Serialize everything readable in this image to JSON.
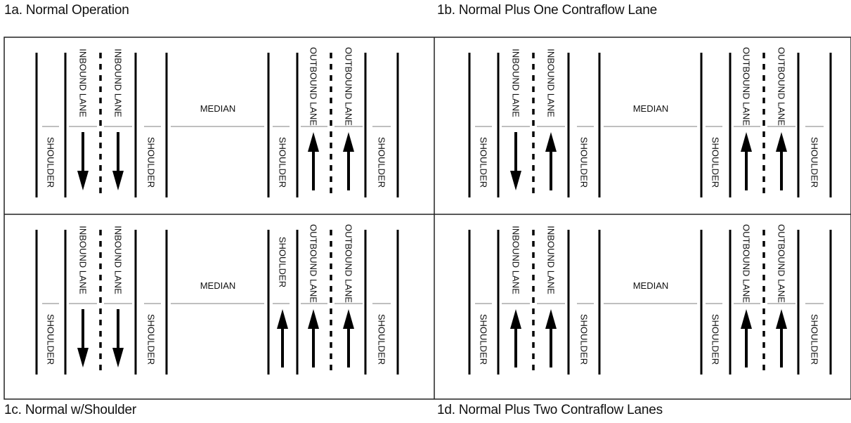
{
  "captions": {
    "a": "1a. Normal Operation",
    "b": "1b. Normal Plus One Contraflow Lane",
    "c": "1c. Normal w/Shoulder",
    "d": "1d. Normal Plus Two Contraflow Lanes"
  },
  "labels": {
    "shoulder": "SHOULDER",
    "inbound": "INBOUND LANE",
    "outbound": "OUTBOUND LANE",
    "median": "MEDIAN"
  },
  "panels": [
    {
      "id": "a",
      "inbound_left": "down",
      "inbound_right": "down",
      "left_shoulder": "none",
      "right_shoulder": "none",
      "outbound_left": "up",
      "outbound_right": "up",
      "right_inner_shoulder_label": "SHOULDER",
      "right_inner_shoulder_arrow": "none"
    },
    {
      "id": "b",
      "inbound_left": "down",
      "inbound_right": "up",
      "outbound_left": "up",
      "outbound_right": "up",
      "right_inner_shoulder_label": "SHOULDER",
      "right_inner_shoulder_arrow": "none"
    },
    {
      "id": "c",
      "inbound_left": "down",
      "inbound_right": "down",
      "outbound_left": "up",
      "outbound_right": "up",
      "right_inner_shoulder_label": "SHOULDER",
      "right_inner_shoulder_arrow": "up"
    },
    {
      "id": "d",
      "inbound_left": "up",
      "inbound_right": "up",
      "outbound_left": "up",
      "outbound_right": "up",
      "right_inner_shoulder_label": "SHOULDER",
      "right_inner_shoulder_arrow": "none"
    }
  ]
}
